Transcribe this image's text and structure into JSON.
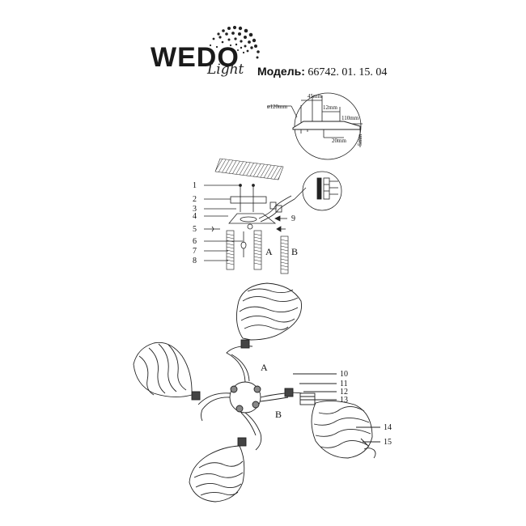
{
  "brand": {
    "name": "WEDO",
    "sub": "Light"
  },
  "model": {
    "label": "Модель:",
    "number": "66742. 01. 15. 04"
  },
  "dimensions": {
    "diameter": "ø120mm",
    "d45": "45mm",
    "d12": "12mm",
    "d110": "110mm",
    "d20": "20mm",
    "d5": "5mm"
  },
  "mount_labels": [
    "1",
    "2",
    "3",
    "4",
    "5",
    "6",
    "7",
    "8",
    "9"
  ],
  "mount_parts": {
    "a": "A",
    "b": "B"
  },
  "assembly_labels": [
    "10",
    "11",
    "12",
    "13",
    "14",
    "15"
  ],
  "assembly_parts": {
    "a": "A",
    "b": "B"
  }
}
